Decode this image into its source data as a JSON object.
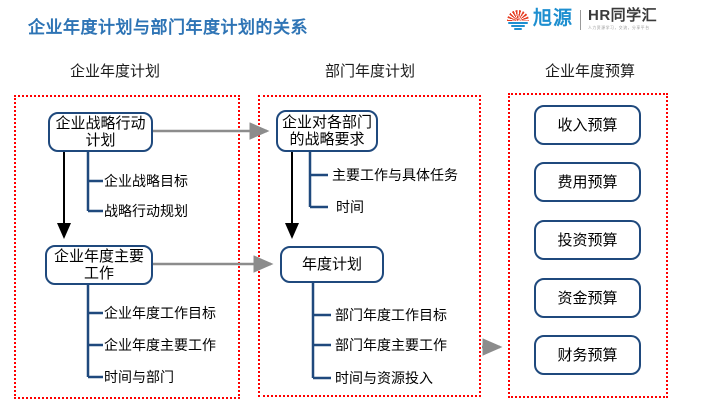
{
  "title": "企业年度计划与部门年度计划的关系",
  "logo": {
    "brand": "旭源",
    "divider": "|",
    "brand_sub": "HR同学汇",
    "slogan": "人力资源学习，交流，分享平台"
  },
  "colors": {
    "title_blue": "#2E74B5",
    "box_border_navy": "#1F497D",
    "dashed_red": "#FF0000",
    "gray_arrow": "#8C8C8C",
    "black_arrow": "#000000",
    "logo_blue": "#1E8FD0",
    "logo_red": "#E63E23"
  },
  "columns": [
    {
      "header": "企业年度计划",
      "nodes": [
        {
          "line1": "企业战略行动",
          "line2": "计划",
          "children": [
            "企业战略目标",
            "战略行动规划"
          ]
        },
        {
          "line1": "企业年度主要",
          "line2": "工作",
          "children": [
            "企业年度工作目标",
            "企业年度主要工作",
            "时间与部门"
          ]
        }
      ]
    },
    {
      "header": "部门年度计划",
      "nodes": [
        {
          "line1": "企业对各部门",
          "line2": "的战略要求",
          "children": [
            "主要工作与具体任务",
            "时间"
          ]
        },
        {
          "line1": "年度计划",
          "children": [
            "部门年度工作目标",
            "部门年度主要工作",
            "时间与资源投入"
          ]
        }
      ]
    },
    {
      "header": "企业年度预算",
      "budget_items": [
        "收入预算",
        "费用预算",
        "投资预算",
        "资金预算",
        "财务预算"
      ]
    }
  ]
}
